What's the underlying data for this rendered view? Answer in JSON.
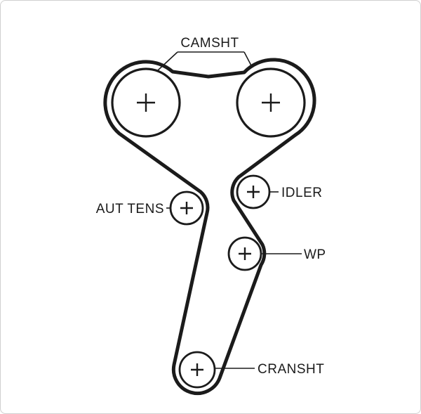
{
  "diagram": {
    "type": "timing-belt-routing",
    "labels": {
      "camshaft": "CAMSHT",
      "auto_tensioner": "AUT TENS",
      "idler": "IDLER",
      "water_pump": "WP",
      "crankshaft": "CRANSHT"
    },
    "center_mark": "+",
    "colors": {
      "line": "#1b1b1b",
      "belt": "#1b1b1b",
      "background": "#ffffff",
      "border": "#cfcfcf"
    },
    "pulleys": [
      {
        "id": "camshaft-pulley-left",
        "label_key": "camshaft"
      },
      {
        "id": "camshaft-pulley-right",
        "label_key": "camshaft"
      },
      {
        "id": "auto-tensioner-pulley",
        "label_key": "auto_tensioner"
      },
      {
        "id": "idler-pulley",
        "label_key": "idler"
      },
      {
        "id": "water-pump-pulley",
        "label_key": "water_pump"
      },
      {
        "id": "crankshaft-pulley",
        "label_key": "crankshaft"
      }
    ]
  }
}
